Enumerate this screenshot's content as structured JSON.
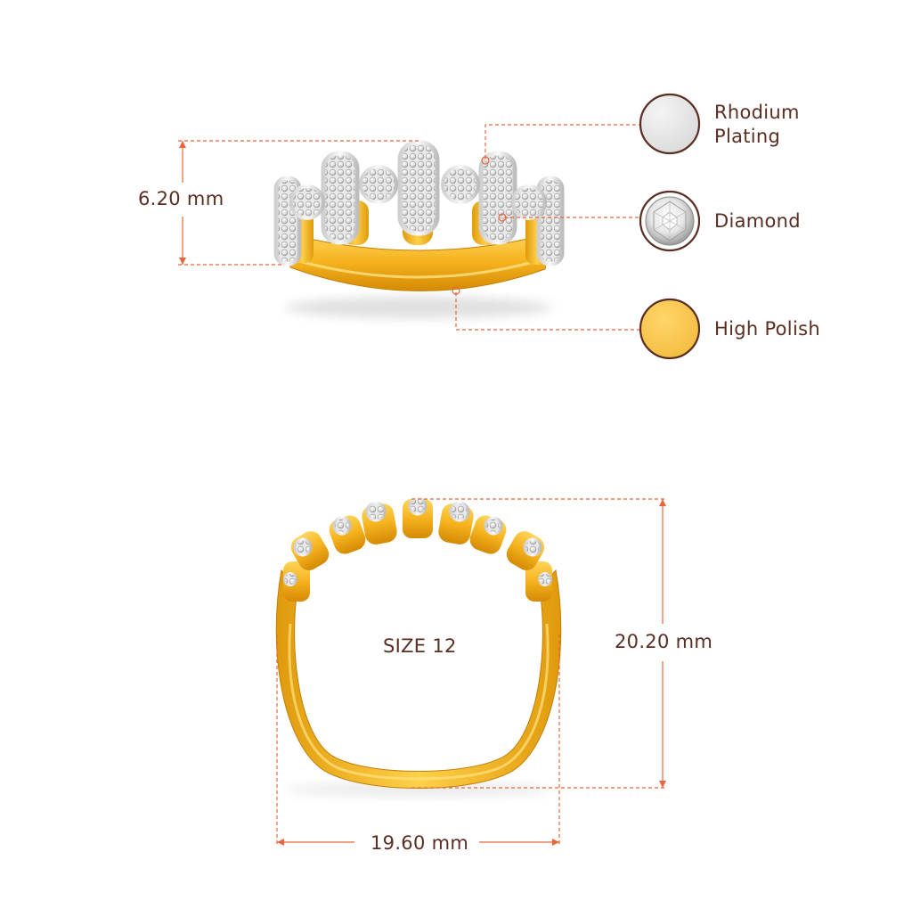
{
  "dimensions": {
    "height_top_view": "6.20 mm",
    "ring_height": "20.20 mm",
    "ring_width": "19.60 mm",
    "size": "SIZE 12"
  },
  "legend": [
    {
      "label": "Rhodium Plating",
      "swatch": "rhodium-swatch",
      "color": "#e3e3e3"
    },
    {
      "label": "Diamond",
      "swatch": "diamond-swatch",
      "color": "#f2f2f2"
    },
    {
      "label": "High Polish",
      "swatch": "gold-swatch",
      "color": "#f7c64d"
    }
  ],
  "colors": {
    "dimension_line": "#e8663a",
    "text": "#5a2e22",
    "swatch_border": "#5a2e22",
    "gold": "#f5b21e",
    "gold_dark": "#d48a05",
    "white_gold": "#ececec"
  }
}
